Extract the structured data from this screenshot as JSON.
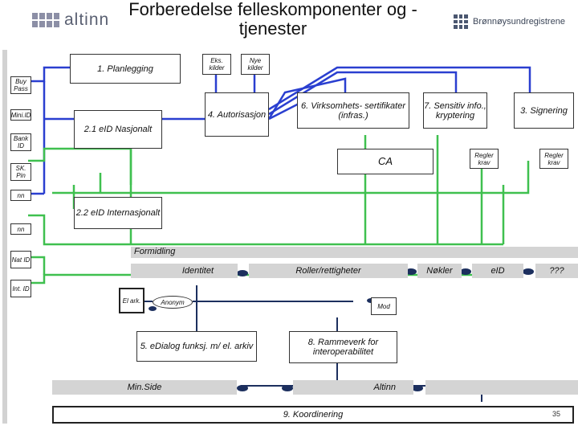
{
  "header": {
    "title": "Forberedelse felleskomponenter og - tjenester",
    "logo_left": "altinn",
    "logo_right": "Brønnøysundregistrene"
  },
  "left_column": [
    "Buy Pass",
    "Mini.ID",
    "Bank ID",
    "SK. Pin",
    "nn",
    "nn",
    "Nat ID",
    "Int. ID"
  ],
  "boxes": {
    "planlegging": "1. Planlegging",
    "eks_kilder": "Eks. kilder",
    "nye_kilder": "Nye kilder",
    "autorisasjon": "4. Autorisasjon",
    "eid_nasjonalt": "2.1 eID Nasjonalt",
    "virksomhet": "6. Virksomhets- sertifikater (infras.)",
    "sensitiv": "7. Sensitiv info., kryptering",
    "signering": "3. Signering",
    "ca": "CA",
    "regler_krav_1": "Regler krav",
    "regler_krav_2": "Regler krav",
    "eid_int": "2.2 eID Internasjonalt",
    "el_ark": "El ark.",
    "anonym": "Anonym",
    "mod": "Mod",
    "edialog": "5. eDialog funksj. m/ el. arkiv",
    "rammeverk": "8. Rammeverk for interoperabilitet",
    "koordinering": "9. Koordinering"
  },
  "bars": {
    "formidling": "Formidling",
    "identitet": "Identitet",
    "roller": "Roller/rettigheter",
    "nokler": "Nøkler",
    "eid": "eID",
    "qqq": "???",
    "minside": "Min.Side",
    "altinn": "Altinn"
  },
  "page_number": "35",
  "colors": {
    "wire_blue": "#2a3fd0",
    "wire_green": "#3fc04f",
    "bar_grey": "#d4d4d4",
    "connector_navy": "#1c2f5e",
    "sidebar_grey": "#d2d2d2"
  }
}
